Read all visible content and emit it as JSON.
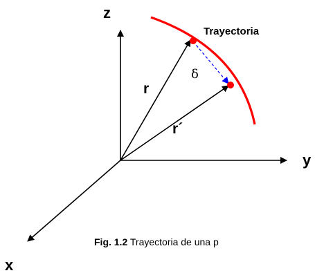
{
  "axes": {
    "z": "z",
    "y": "y",
    "x": "x"
  },
  "vectors": {
    "r": "r",
    "r_prime": "r´"
  },
  "displacement": "δ",
  "trajectory": "Trayectoria",
  "caption": {
    "fig": "Fig. 1.2",
    "text": " Trayectoria de una p"
  },
  "colors": {
    "trajectory": "#ff0000",
    "displacement": "#0000ff",
    "ink": "#000000"
  }
}
